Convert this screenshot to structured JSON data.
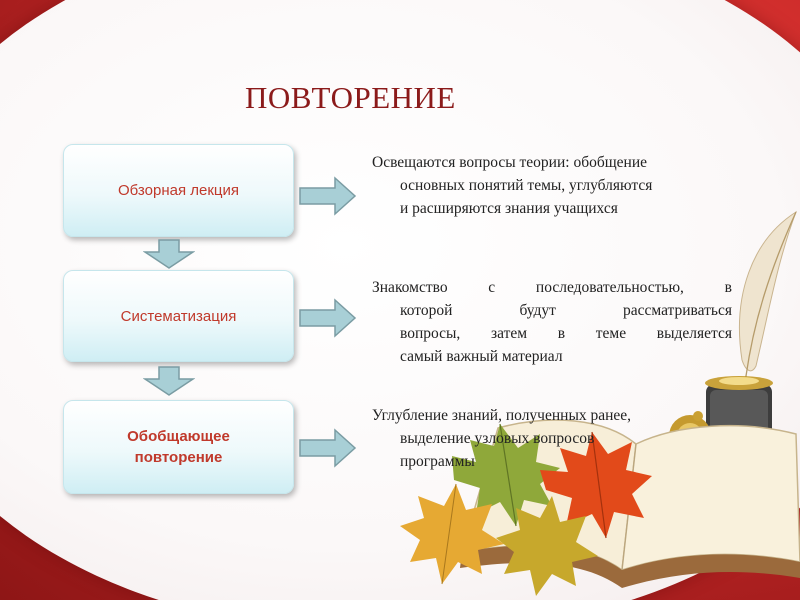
{
  "slide": {
    "title": "ПОВТОРЕНИЕ"
  },
  "steps": [
    {
      "label": "Обзорная лекция"
    },
    {
      "label": "Систематизация"
    },
    {
      "label_line1": "Обобщающее",
      "label_line2": "повторение"
    }
  ],
  "descriptions": [
    {
      "line1": "Освещаются вопросы теории: обобщение",
      "line2": "основных понятий темы, углубляются",
      "line3": "и расширяются знания учащихся"
    },
    {
      "line1": "Знакомство с последовательностью, в",
      "line2": "которой будут рассматриваться",
      "line3": "вопросы, затем в теме выделяется",
      "line4": "самый важный материал"
    },
    {
      "line1": "Углубление знаний, полученных ранее,",
      "line2": "выделение узловых вопросов",
      "line3": "программы"
    }
  ],
  "colors": {
    "title": "#8b1a1a",
    "box_text": "#c0392b",
    "arrow_fill": "#a8cfd6",
    "arrow_stroke": "#7a9ca3",
    "frame_red": "#c62828"
  },
  "icons": {
    "down_arrow": "arrow-down-icon",
    "right_arrow": "arrow-right-icon",
    "book": "open-book-icon",
    "quill": "quill-pen-icon",
    "inkwell": "inkwell-icon",
    "leaves": "autumn-leaves-icon"
  }
}
